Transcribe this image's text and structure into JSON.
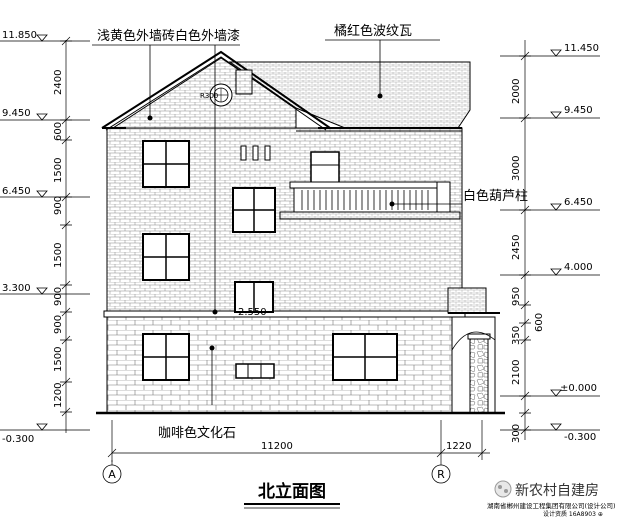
{
  "drawing": {
    "title": "北立面图",
    "callouts": {
      "top_left": "浅黄色外墙砖白色外墙漆",
      "roof": "橘红色波纹瓦",
      "baluster": "白色葫芦柱",
      "base_stone": "咖啡色文化石"
    },
    "round_window_label": "R300",
    "floor_level_mark": "2.550",
    "left_elevations": [
      "11.850",
      "9.450",
      "6.450",
      "3.300",
      "-0.300"
    ],
    "left_dims": [
      "2400",
      "600",
      "1500",
      "900",
      "1500",
      "900",
      "900",
      "1500",
      "1200"
    ],
    "right_elevations": [
      "11.450",
      "9.450",
      "6.450",
      "4.000",
      "±0.000",
      "-0.300"
    ],
    "right_dims": [
      "2000",
      "3000",
      "2450",
      "950",
      "600",
      "350",
      "2100",
      "300"
    ],
    "bottom_dims": [
      "11200",
      "1220"
    ],
    "axis_labels": [
      "A",
      "R"
    ],
    "watermark": "新农村自建房",
    "company": "湖南省郴州建设工程集团有限公司(设计公司)",
    "footer_small": "设计资质 16A8903 ⊕"
  }
}
